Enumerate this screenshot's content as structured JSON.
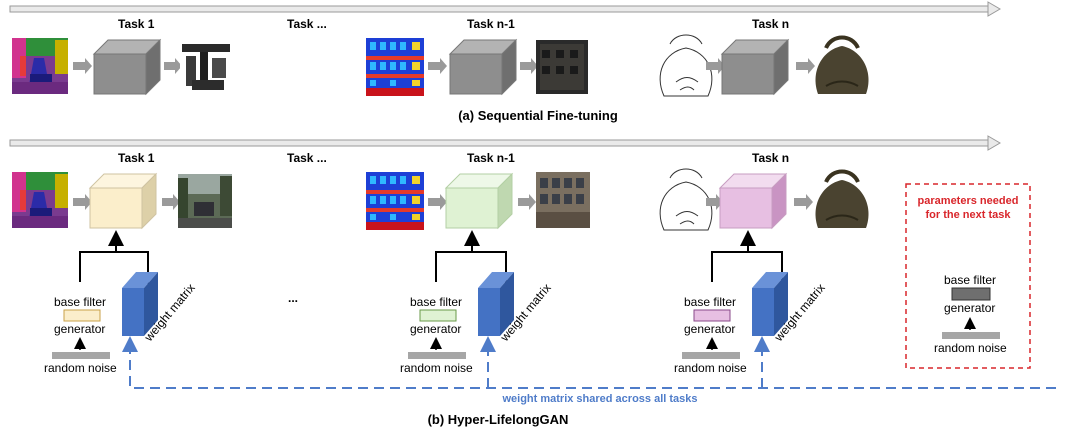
{
  "section_a": {
    "task_headers": [
      "Task 1",
      "Task ...",
      "Task n-1",
      "Task n"
    ],
    "caption": "(a) Sequential Fine-tuning"
  },
  "section_b": {
    "task_headers": [
      "Task 1",
      "Task ...",
      "Task n-1",
      "Task n"
    ],
    "caption": "(b) Hyper-LifelongGAN",
    "ellipsis": "...",
    "base_filter_label": "base filter",
    "generator_label": "generator",
    "random_noise_label": "random noise",
    "weight_matrix_label": "weight matrix",
    "shared_label": "weight matrix shared across all tasks",
    "next_task": {
      "title_line1": "parameters needed",
      "title_line2": "for the next task",
      "base_filter_label": "base filter",
      "generator_label": "generator",
      "random_noise_label": "random noise"
    }
  },
  "colors": {
    "task1_cube": "#fbeecb",
    "taskn1_cube": "#dff2d3",
    "taskn_cube": "#e7bfe2",
    "grey_cube": "#8e8e8e",
    "weight_matrix": "#4472c4",
    "shared_dash": "#4f7cc9",
    "next_task_border": "#d9262b"
  }
}
